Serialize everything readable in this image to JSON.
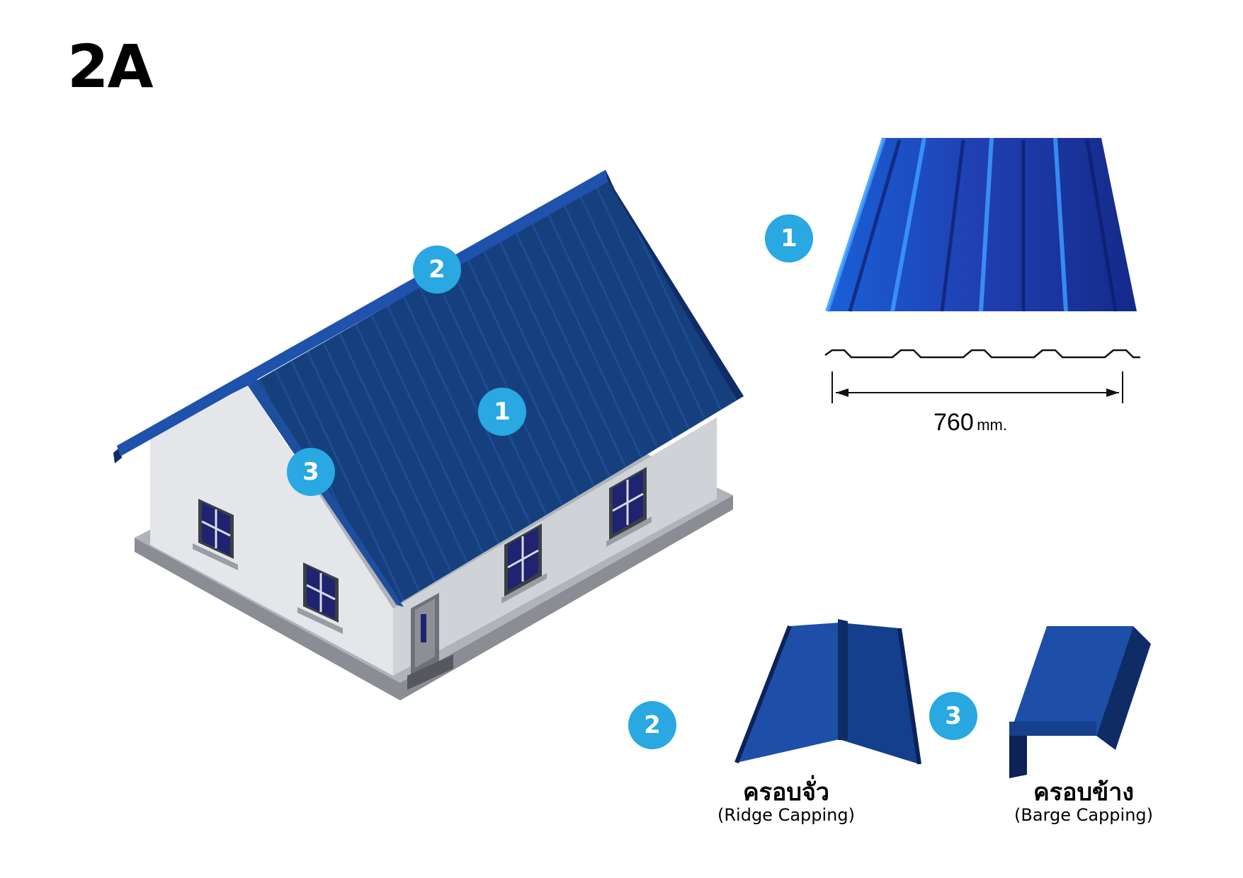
{
  "title": "2A",
  "badges": [
    "1",
    "2",
    "3",
    "1",
    "2",
    "3"
  ],
  "dimension": {
    "value": "760",
    "unit": "mm."
  },
  "ridge_capping": {
    "thai": "ครอบจั่ว",
    "english": "(Ridge Capping)"
  },
  "barge_capping": {
    "thai": "ครอบข้าง",
    "english": "(Barge Capping)"
  },
  "colors": {
    "roof_blue": "#163f7e",
    "badge": "#29a8e2",
    "wall": "#e3e5e8"
  },
  "icons": [
    "house-illustration",
    "metal-sheet-icon",
    "ridge-capping-icon",
    "barge-capping-icon"
  ]
}
